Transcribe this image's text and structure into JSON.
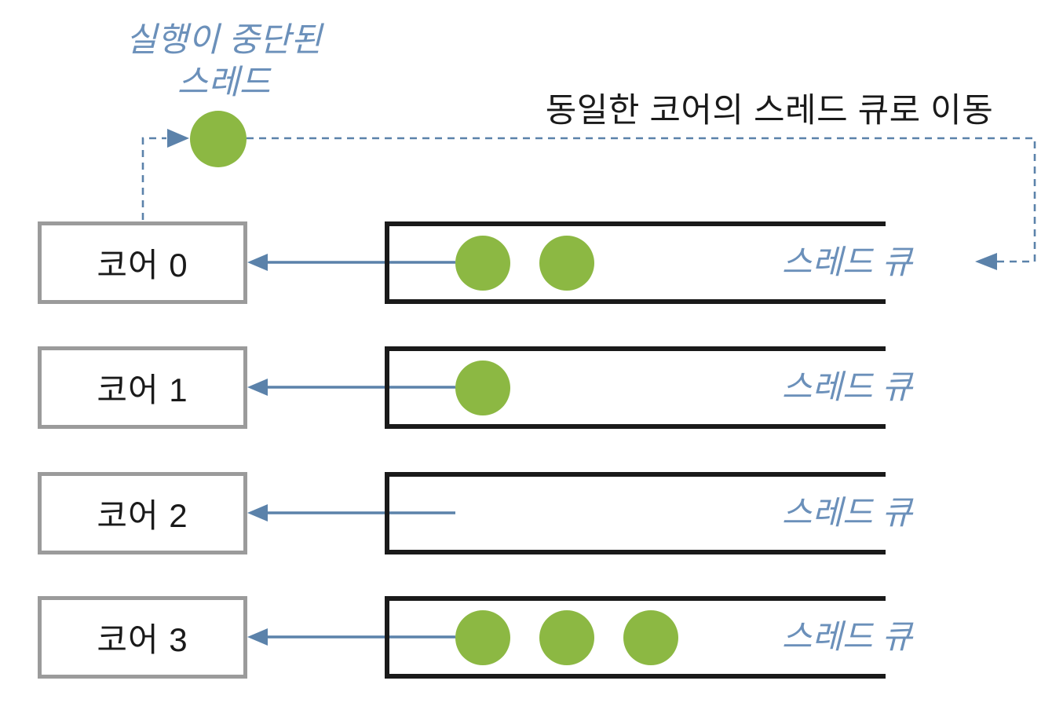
{
  "labels": {
    "suspended_thread_line1": "실행이 중단된",
    "suspended_thread_line2": "스레드",
    "move_annotation": "동일한 코어의 스레드 큐로 이동"
  },
  "rows": [
    {
      "core_label": "코어 0",
      "queue_label": "스레드 큐",
      "thread_count": 2
    },
    {
      "core_label": "코어 1",
      "queue_label": "스레드 큐",
      "thread_count": 1
    },
    {
      "core_label": "코어 2",
      "queue_label": "스레드 큐",
      "thread_count": 0
    },
    {
      "core_label": "코어 3",
      "queue_label": "스레드 큐",
      "thread_count": 3
    }
  ],
  "colors": {
    "thread-green": "#8cb843",
    "connector-blue": "#5b82aa",
    "label-blue": "#6b90ba",
    "core-border-gray": "#9b9b9b",
    "queue-border-black": "#1a1a1a",
    "text-black": "#1a1a1a"
  }
}
